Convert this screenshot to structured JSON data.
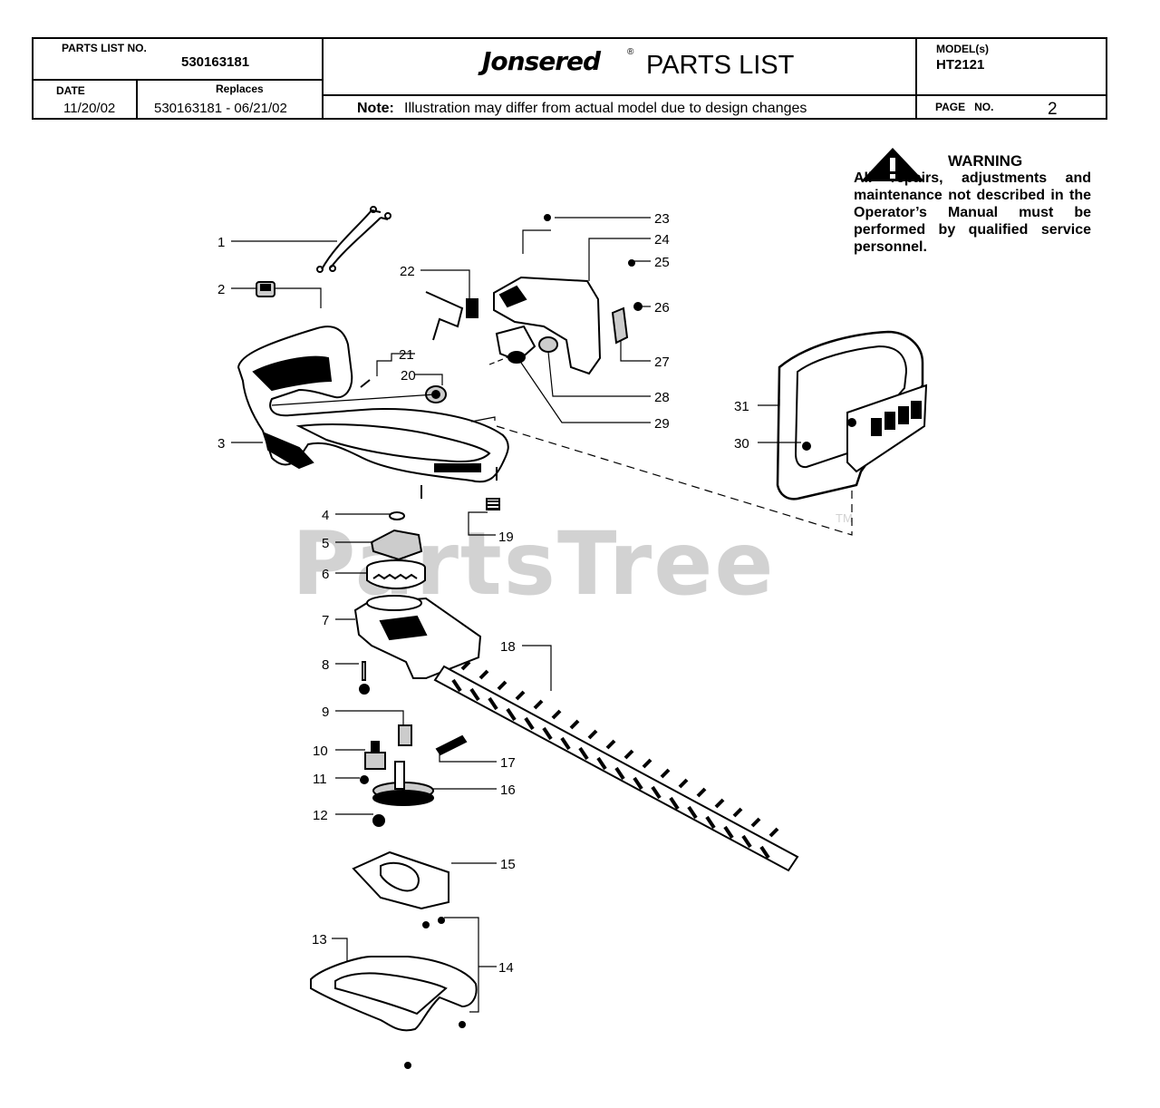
{
  "header": {
    "parts_list_no_label": "PARTS LIST NO.",
    "parts_list_no": "530163181",
    "date_label": "DATE",
    "date": "11/20/02",
    "replaces_label": "Replaces",
    "replaces": "530163181 - 06/21/02",
    "brand": "Jonsered",
    "brand_mark": "®",
    "title": "PARTS LIST",
    "note_label": "Note:",
    "note_text": "Illustration may differ from actual model due to design changes",
    "model_label": "MODEL(s)",
    "model": "HT2121",
    "page_label": "PAGE   NO.",
    "page_no": "2"
  },
  "warning": {
    "title": "WARNING",
    "body": "All repairs, adjustments and maintenance not described in the Operator’s Manual must be performed by qualified service personnel."
  },
  "watermark": {
    "text": "PartsTree",
    "tm": "TM"
  },
  "callouts": [
    "1",
    "2",
    "3",
    "4",
    "5",
    "6",
    "7",
    "8",
    "9",
    "10",
    "11",
    "12",
    "13",
    "14",
    "15",
    "16",
    "17",
    "18",
    "19",
    "20",
    "21",
    "22",
    "23",
    "24",
    "25",
    "26",
    "27",
    "28",
    "29",
    "30",
    "31"
  ]
}
